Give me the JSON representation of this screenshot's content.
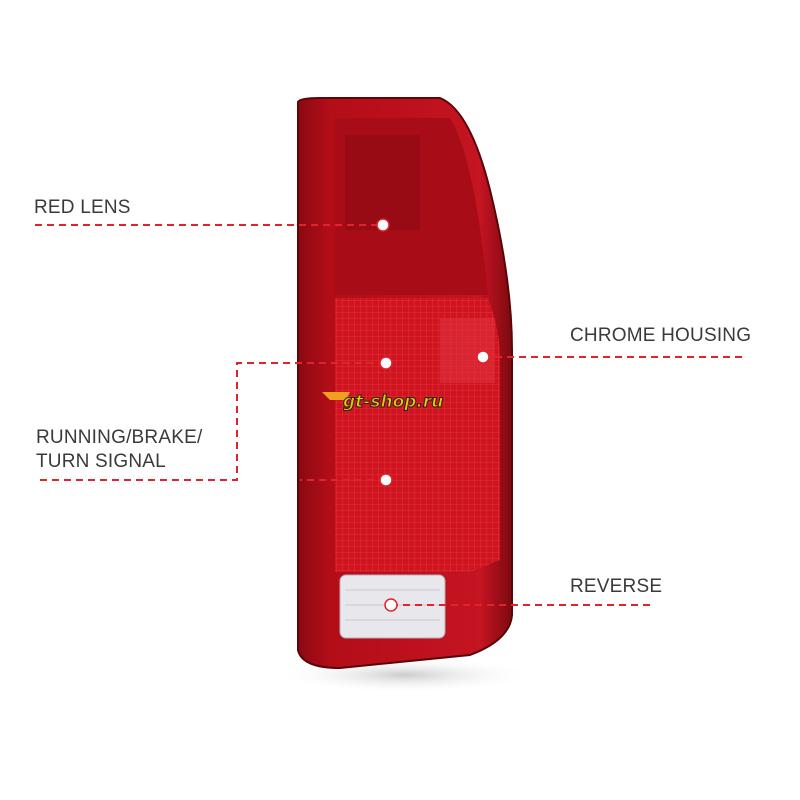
{
  "callouts": {
    "red_lens": "RED LENS",
    "chrome_housing": "CHROME HOUSING",
    "running_line1": "RUNNING/BRAKE/",
    "running_line2": "TURN SIGNAL",
    "reverse": "REVERSE"
  },
  "watermark": "gt-shop.ru",
  "colors": {
    "callout_line": "#e0242b",
    "lens_red": "#c8101c",
    "label_text": "#3a3a3a"
  }
}
